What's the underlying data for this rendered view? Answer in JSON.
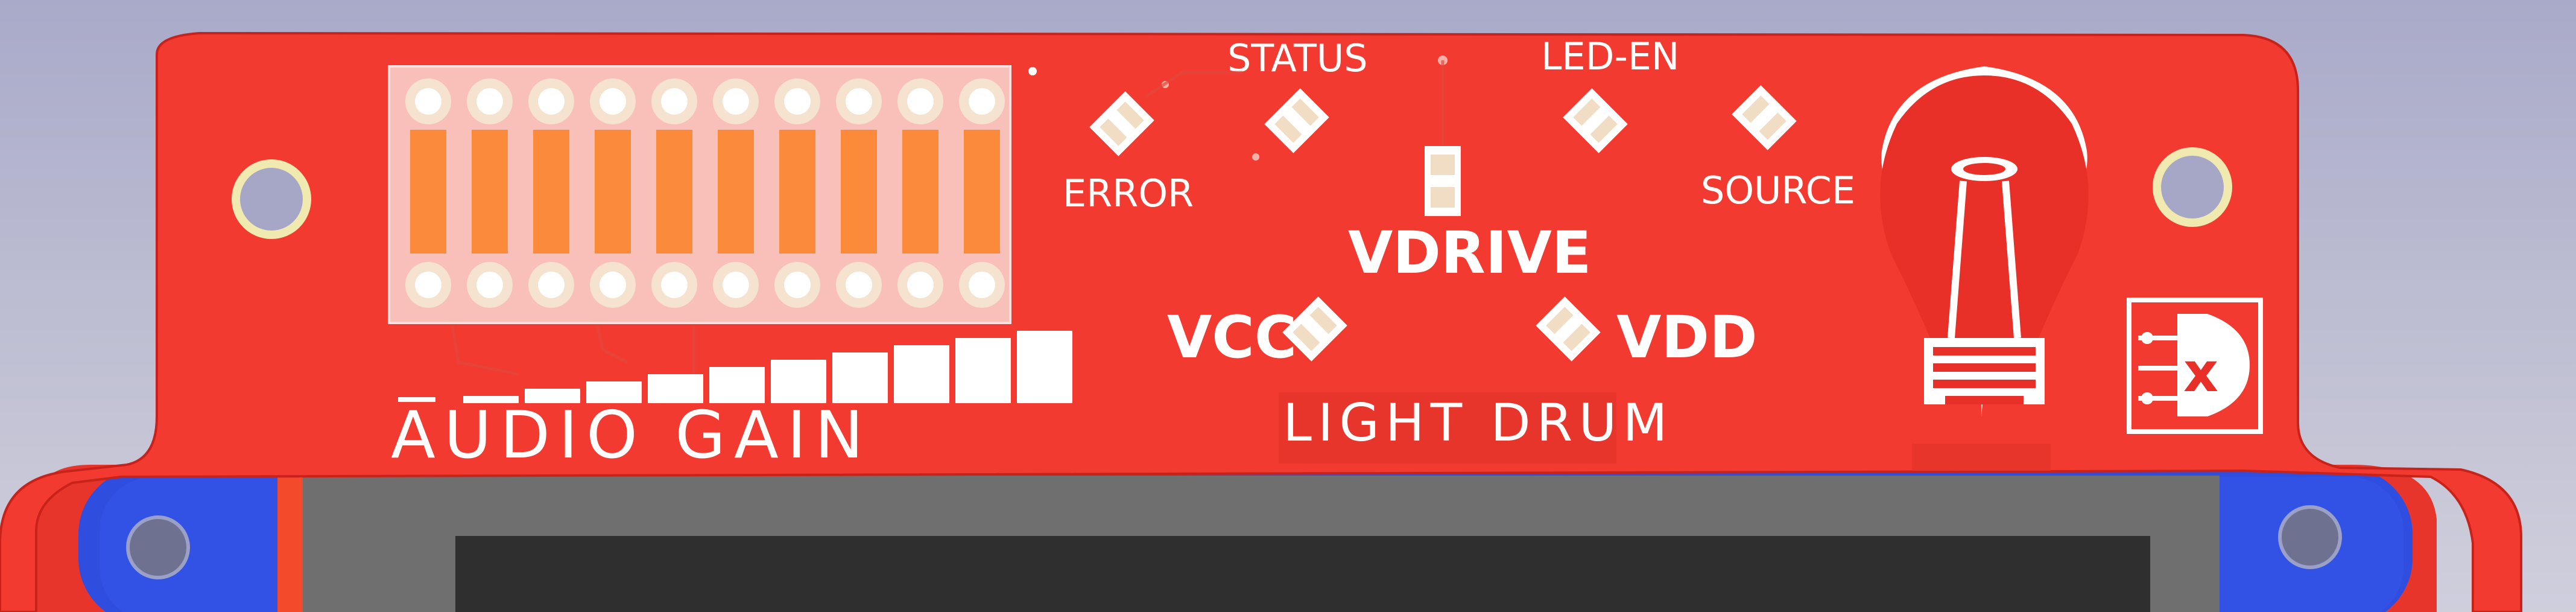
{
  "board": {
    "title": "LIGHT DRUM",
    "meter_label": "AUDIO GAIN",
    "led_labels": {
      "status": "STATUS",
      "led_en": "LED-EN",
      "error": "ERROR",
      "source": "SOURCE",
      "vdrive": "VDRIVE",
      "vcc": "VCC",
      "vdd": "VDD"
    },
    "logo_letter": "x"
  },
  "colors": {
    "pcb": "#f23a30",
    "pcb_edge": "#c8231b",
    "background": "#b9b9cf",
    "pad": "#f6e3cf",
    "bar": "#fb8a3a",
    "display_frame": "#2f4ee0",
    "display_bezel": "#6f6f6f",
    "display_glass": "#2f2f2f"
  },
  "icons": [
    "light-bulb-icon",
    "dx-logo-icon",
    "mounting-hole-icon",
    "smd-led-icon"
  ]
}
